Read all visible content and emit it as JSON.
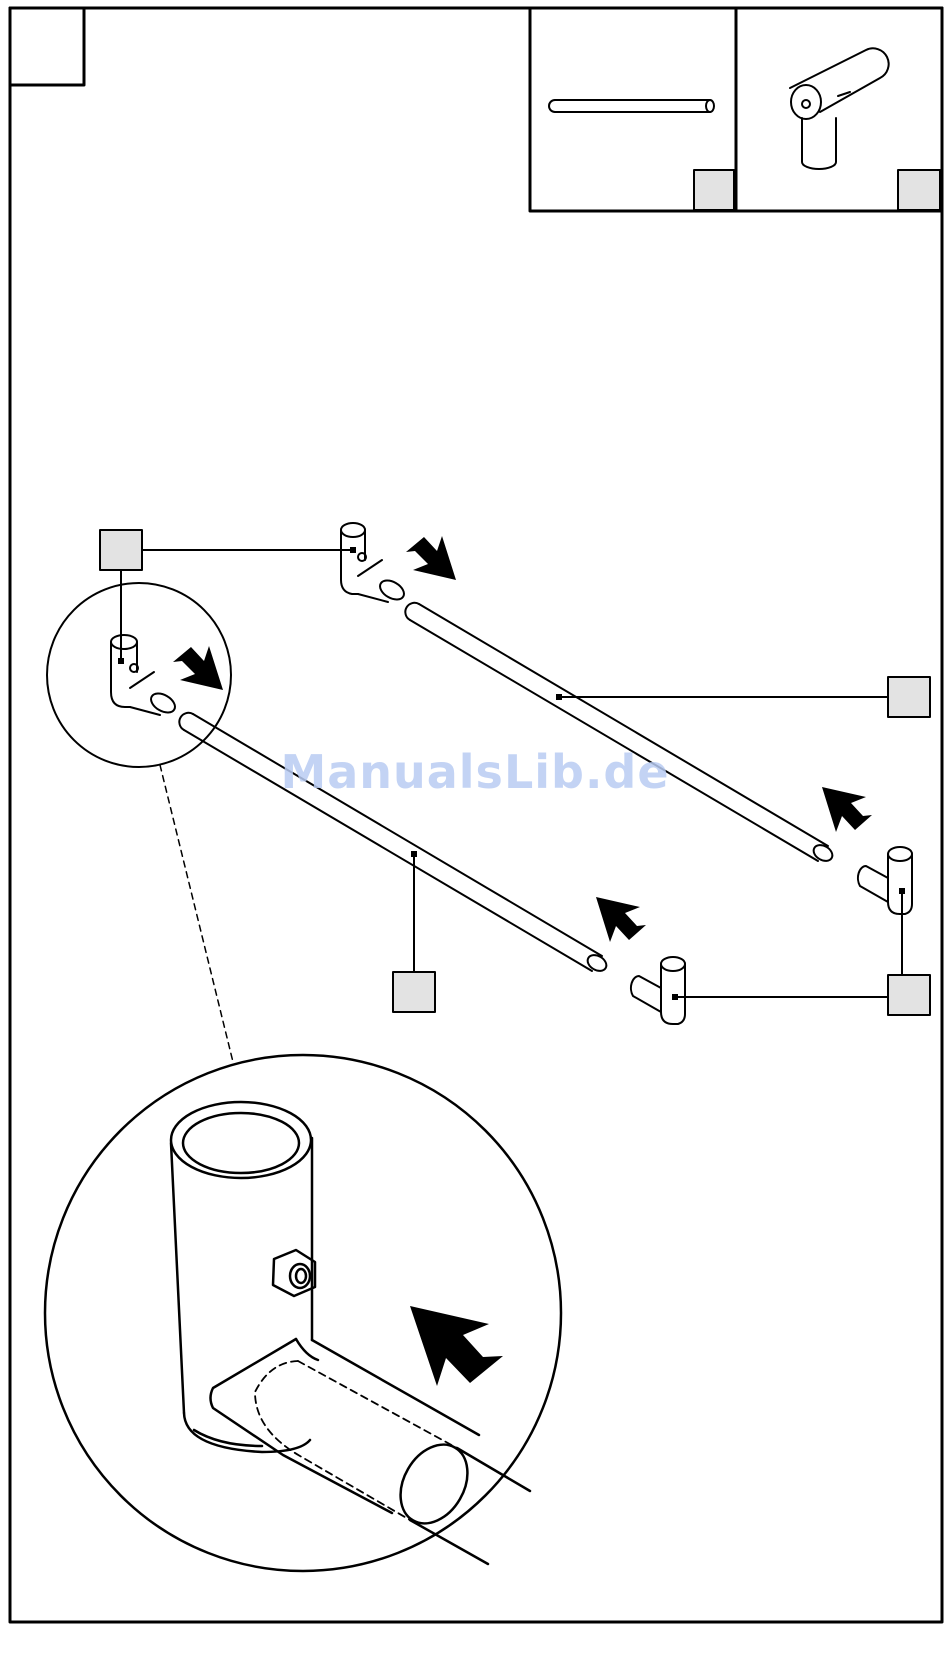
{
  "page": {
    "type": "assembly-instruction-step",
    "step_number": "",
    "colors": {
      "line": "#000000",
      "part_box": "#e3e3e3",
      "background": "#ffffff",
      "watermark": "#b9ccf3"
    }
  },
  "parts_list": [
    {
      "name": "straight-rod",
      "icon": "rod-icon",
      "label": ""
    },
    {
      "name": "elbow-connector",
      "icon": "elbow-connector-icon",
      "label": ""
    }
  ],
  "callouts": {
    "connector_top_left": "",
    "rod_upper": "",
    "rod_lower": "",
    "connector_right": ""
  },
  "watermark": {
    "text": "ManualsLib.de"
  },
  "icons": [
    "arrow-icon",
    "magnifier-circle",
    "set-screw-icon"
  ]
}
